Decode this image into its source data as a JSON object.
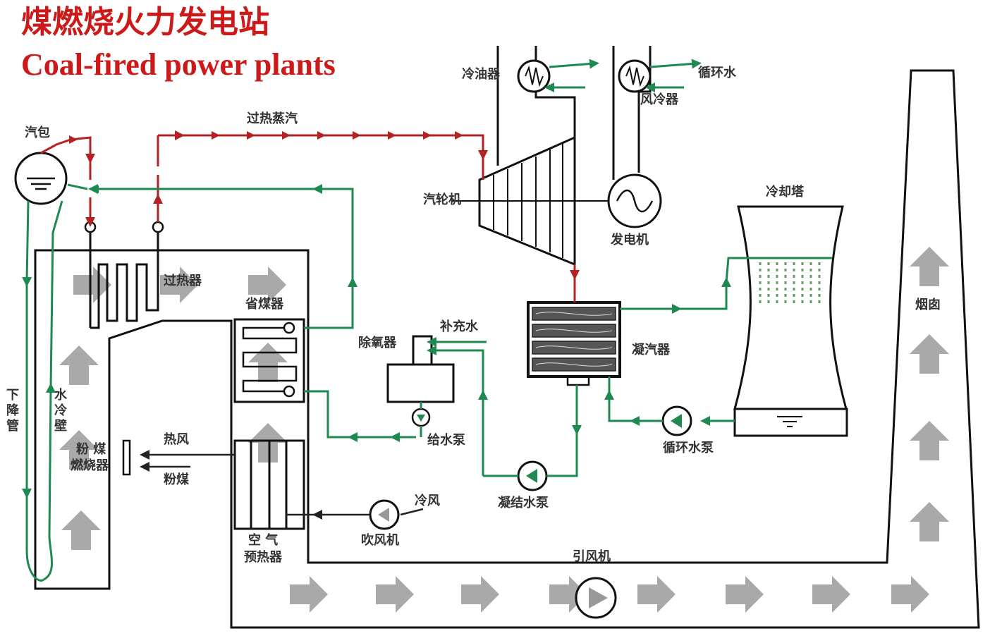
{
  "title": {
    "chinese": "煤燃烧火力发电站",
    "english": "Coal-fired power plants"
  },
  "labels": {
    "drum": "汽包",
    "superheated_steam": "过热蒸汽",
    "oil_cooler": "冷油器",
    "circulating_water": "循环水",
    "air_cooler": "风冷器",
    "turbine": "汽轮机",
    "generator": "发电机",
    "cooling_tower": "冷却塔",
    "superheater": "过热器",
    "economizer": "省煤器",
    "makeup_water": "补充水",
    "deaerator": "除氧器",
    "condenser": "凝汽器",
    "chimney": "烟囱",
    "downcomer": "下降管",
    "water_wall": "水冷壁",
    "pulverized_coal_burner_line1": "粉  煤",
    "pulverized_coal_burner_line2": "燃烧器",
    "hot_air": "热风",
    "pulverized_coal": "粉煤",
    "feed_pump": "给水泵",
    "circulating_pump": "循环水泵",
    "condensate_pump": "凝结水泵",
    "cold_air": "冷风",
    "blower": "吹风机",
    "air_preheater_line1": "空  气",
    "air_preheater_line2": "预热器",
    "induced_draft_fan": "引风机"
  },
  "colors": {
    "steam_line": "#b22222",
    "water_line": "#1e8a4f",
    "outline": "#111111",
    "flow_arrow": "#a9a9a9",
    "title": "#cc1a1a"
  }
}
